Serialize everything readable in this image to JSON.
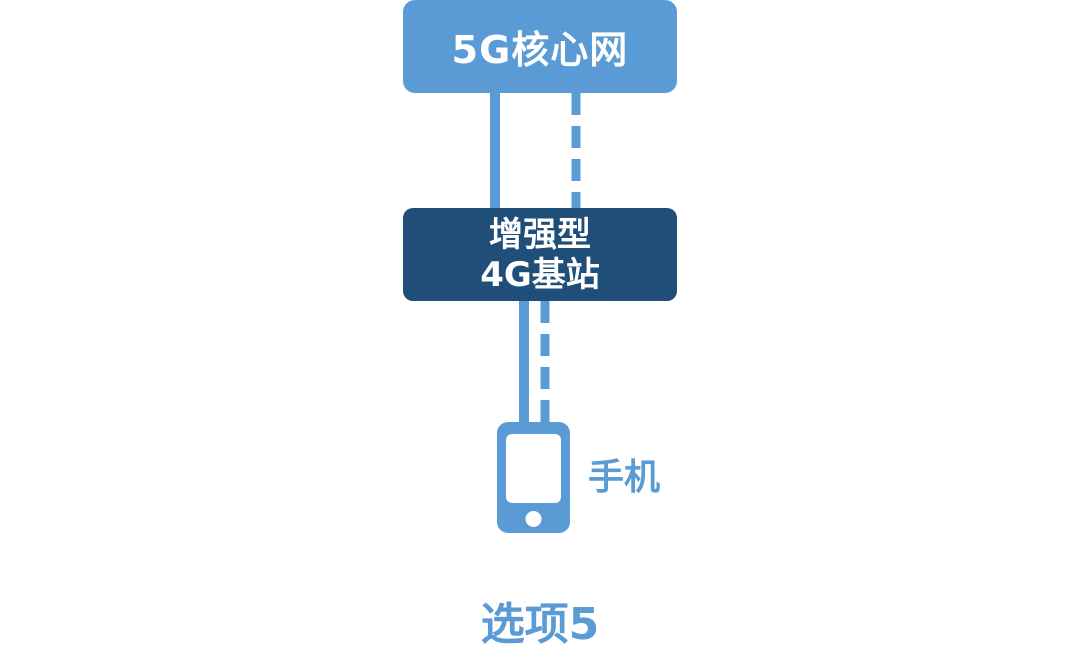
{
  "colors": {
    "core_box": "#5b9bd5",
    "enb_box": "#1f4e79",
    "line": "#5b9bd5",
    "label": "#5b9bd5",
    "text_on_box": "#ffffff",
    "background": "#ffffff"
  },
  "nodes": {
    "core": {
      "label": "5G核心网"
    },
    "enb": {
      "line1": "增强型",
      "line2": "4G基站"
    },
    "phone": {
      "label": "手机",
      "icon": "mobile-phone-icon"
    }
  },
  "links": {
    "core_enb_solid": "solid",
    "core_enb_dashed": "dashed",
    "enb_phone_solid": "solid",
    "enb_phone_dashed": "dashed"
  },
  "caption": "选项5"
}
